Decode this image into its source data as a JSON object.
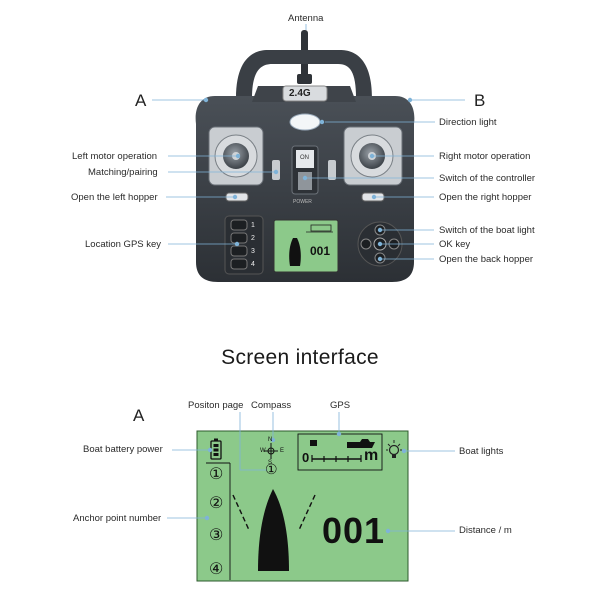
{
  "controller": {
    "antenna": "Antenna",
    "badge": "2.4G",
    "side_a": "A",
    "side_b": "B",
    "direction_light": "Direction light",
    "left_motor": "Left motor operation",
    "right_motor": "Right motor operation",
    "matching": "Matching/pairing",
    "switch_controller": "Switch of the controller",
    "open_left_hopper": "Open the left hopper",
    "open_right_hopper": "Open the right hopper",
    "switch_boat_light": "Switch of the boat light",
    "location_gps_key": "Location GPS key",
    "ok_key": "OK key",
    "open_back_hopper": "Open the back hopper",
    "power_label": "POWER",
    "switch_on": "ON",
    "gps_keys": [
      "1",
      "2",
      "3",
      "4"
    ],
    "mini_distance": "001"
  },
  "screen": {
    "title": "Screen interface",
    "side_a": "A",
    "position_page": "Positon page",
    "compass": "Compass",
    "gps": "GPS",
    "boat_battery": "Boat battery power",
    "boat_lights": "Boat lights",
    "anchor_point": "Anchor point number",
    "distance_label": "Distance / m",
    "distance_value": "001",
    "scale_start": "0",
    "scale_unit": "m",
    "compass_n": "N",
    "compass_w": "W",
    "compass_e": "E",
    "compass_s": "S",
    "page_marker": "①",
    "anchors": [
      "①",
      "②",
      "③",
      "④"
    ]
  },
  "colors": {
    "lcd_green": "#8cc98a",
    "controller_dark": "#3a3f45",
    "leader_blue": "#7fb3d8"
  }
}
